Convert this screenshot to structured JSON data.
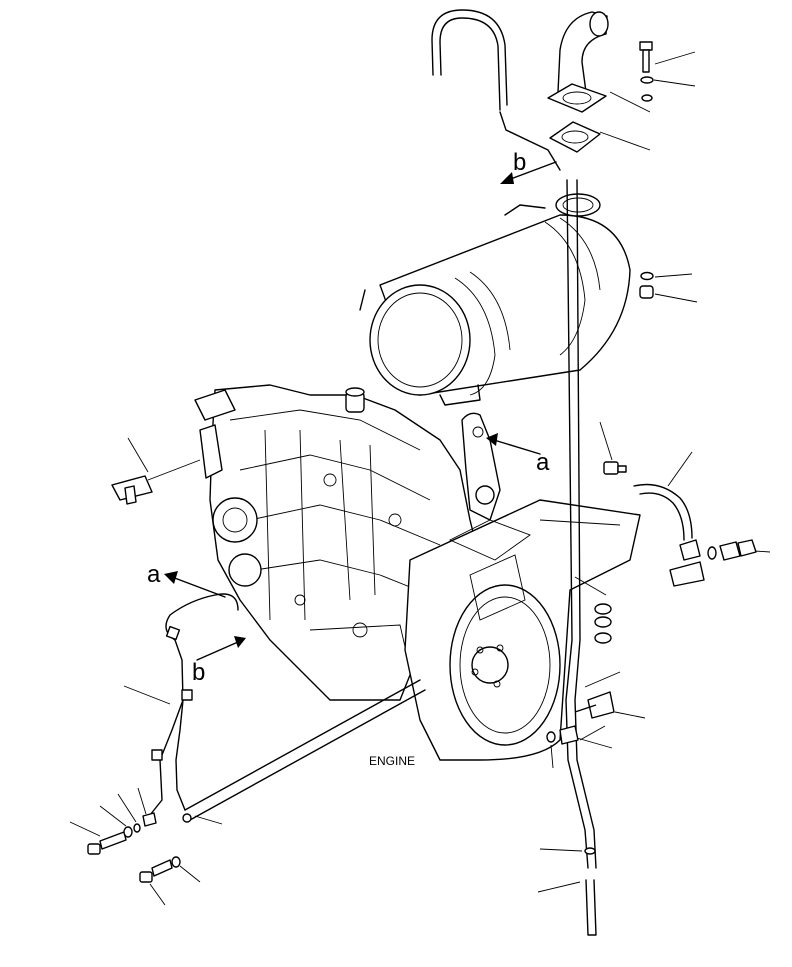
{
  "diagram": {
    "engine_label": "ENGINE",
    "view_markers": [
      {
        "id": "a-upper",
        "letter": "a"
      },
      {
        "id": "b-upper",
        "letter": "b"
      },
      {
        "id": "a-lower",
        "letter": "a"
      },
      {
        "id": "b-lower",
        "letter": "b"
      }
    ]
  }
}
